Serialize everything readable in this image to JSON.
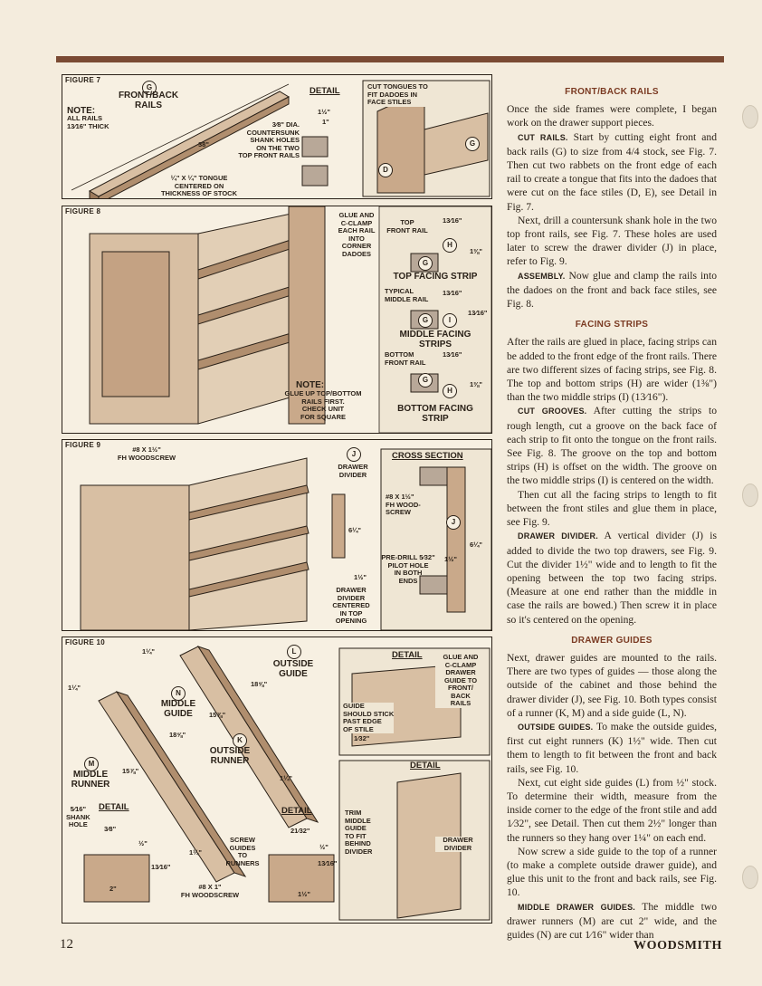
{
  "page": {
    "page_number": "12",
    "magazine": "WOODSMITH"
  },
  "figures": {
    "fig7": {
      "label": "FIGURE 7",
      "callout_g": "G",
      "callout_d": "D",
      "part": "FRONT/BACK\nRAILS",
      "note_title": "NOTE:",
      "note_body": "ALL RAILS\n13⁄16\" THICK",
      "detail": "DETAIL",
      "dim_top": "1½\"",
      "dim_one": "1\"",
      "dia": "3⁄8\" DIA.\nCOUNTERSUNK\nSHANK HOLES\nON THE TWO\nTOP FRONT RAILS",
      "length": "38\"",
      "tongue": "¼\" x ¼\" TONGUE\nCENTERED ON\nTHICKNESS OF STOCK",
      "cut_tongues": "CUT TONGUES TO\nFIT DADOES IN\nFACE STILES"
    },
    "fig8": {
      "label": "FIGURE 8",
      "glue": "GLUE AND\nC-CLAMP\nEACH RAIL\nINTO\nCORNER\nDADOES",
      "note_title": "NOTE:",
      "note_body": "GLUE UP TOP/BOTTOM\nRAILS FIRST.\nCHECK UNIT\nFOR SQUARE",
      "top_rail": "TOP\nFRONT RAIL",
      "top_dim": "13⁄16\"",
      "top_h": "1⅜\"",
      "top_strip": "TOP FACING STRIP",
      "mid_rail": "TYPICAL\nMIDDLE RAIL",
      "mid_dim": "13⁄16\"",
      "mid_h": "13⁄16\"",
      "mid_strip": "MIDDLE FACING\nSTRIPS",
      "bot_rail": "BOTTOM\nFRONT RAIL",
      "bot_dim": "13⁄16\"",
      "bot_h": "1⅜\"",
      "bot_strip": "BOTTOM FACING\nSTRIP",
      "callout_g": "G",
      "callout_h": "H",
      "callout_i": "I"
    },
    "fig9": {
      "label": "FIGURE 9",
      "screw": "#8 x 1½\"\nFh WOODSCREW",
      "callout_j": "J",
      "divider": "DRAWER\nDIVIDER",
      "height": "6¼\"",
      "width": "1½\"",
      "centered": "DRAWER\nDIVIDER\nCENTERED\nIN TOP\nOPENING",
      "cross": "CROSS SECTION",
      "cs_screw": "#8 x 1½\"\nFh WOOD-\nSCREW",
      "pre_drill": "PRE-DRILL 5⁄32\"\nPILOT HOLE\nIN BOTH\nENDS",
      "cs_h": "6¼\"",
      "cs_w": "1½\""
    },
    "fig10": {
      "label": "FIGURE 10",
      "callout_l": "L",
      "callout_n": "N",
      "callout_k": "K",
      "callout_m": "M",
      "outside_guide": "OUTSIDE\nGUIDE",
      "middle_guide": "MIDDLE\nGUIDE",
      "outside_runner": "OUTSIDE\nRUNNER",
      "middle_runner": "MIDDLE\nRUNNER",
      "d_1a": "1¼\"",
      "d_1b": "1¼\"",
      "d_1c": "1¼\"",
      "d_1d": "1¼\"",
      "d_185a": "18⅝\"",
      "d_185b": "18⅝\"",
      "d_157a": "15⅞\"",
      "d_157b": "15⅞\"",
      "detail_a": "DETAIL",
      "shank": "5⁄16\"\nSHANK\nHOLE",
      "d_38": "3⁄8\"",
      "d_half": "½\"",
      "d_13": "13⁄16\"",
      "d_2": "2\"",
      "screw_guides": "SCREW\nGUIDES\nTO\nRUNNERS",
      "screw": "#8 x 1\"\nFh WOODSCREW",
      "detail_b": "DETAIL",
      "d_2132": "21⁄32\"",
      "d_half_b": "½\"",
      "d_13b": "13⁄16\"",
      "d_15": "1½\"",
      "detail_c": "DETAIL",
      "glue_end": "GLUE AND\nC-CLAMP\nDRAWER\nGUIDE TO\nFRONT/\nBACK\nRAILS",
      "stick": "GUIDE\nSHOULD STICK\nPAST EDGE\nOF STILE",
      "stick_dim": "1⁄32\"",
      "detail_d": "DETAIL",
      "trim": "TRIM\nMIDDLE\nGUIDE\nTO FIT\nBEHIND\nDIVIDER",
      "drawer_div": "DRAWER\nDIVIDER"
    }
  },
  "article": {
    "h_rails": "FRONT/BACK RAILS",
    "p1": "Once the side frames were complete, I began work on the drawer support pieces.",
    "r_cut": "CUT RAILS.",
    "p2": " Start by cutting eight front and back rails (G) to size from 4/4 stock, see Fig. 7. Then cut two rabbets on the front edge of each rail to create a tongue that fits into the dadoes that were cut on the face stiles (D, E), see Detail in Fig. 7.",
    "p3": "Next, drill a countersunk shank hole in the two top front rails, see Fig. 7. These holes are used later to screw the drawer divider (J) in place, refer to Fig. 9.",
    "r_assembly": "ASSEMBLY.",
    "p4": " Now glue and clamp the rails into the dadoes on the front and back face stiles, see Fig. 8.",
    "h_facing": "FACING STRIPS",
    "p5": "After the rails are glued in place, facing strips can be added to the front edge of the front rails. There are two different sizes of facing strips, see Fig. 8. The top and bottom strips (H) are wider (1⅜\") than the two middle strips (I) (13⁄16\").",
    "r_grooves": "CUT GROOVES.",
    "p6": " After cutting the strips to rough length, cut a groove on the back face of each strip to fit onto the tongue on the front rails. See Fig. 8. The groove on the top and bottom strips (H) is offset on the width. The groove on the two middle strips (I) is centered on the width.",
    "p7": "Then cut all the facing strips to length to fit between the front stiles and glue them in place, see Fig. 9.",
    "r_divider": "DRAWER DIVIDER.",
    "p8": " A vertical divider (J) is added to divide the two top drawers, see Fig. 9. Cut the divider 1½\" wide and to length to fit the opening between the top two facing strips. (Measure at one end rather than the middle in case the rails are bowed.) Then screw it in place so it's centered on the opening.",
    "h_guides": "DRAWER GUIDES",
    "p9": "Next, drawer guides are mounted to the rails. There are two types of guides — those along the outside of the cabinet and those behind the drawer divider (J), see Fig. 10. Both types consist of a runner (K, M) and a side guide (L, N).",
    "r_outside": "OUTSIDE GUIDES.",
    "p10": " To make the outside guides, first cut eight runners (K) 1½\" wide. Then cut them to length to fit between the front and back rails, see Fig. 10.",
    "p11": "Next, cut eight side guides (L) from ½\" stock. To determine their width, measure from the inside corner to the edge of the front stile and add 1⁄32\", see Detail. Then cut them 2½\" longer than the runners so they hang over 1¼\" on each end.",
    "p12": "Now screw a side guide to the top of a runner (to make a complete outside drawer guide), and glue this unit to the front and back rails, see Fig. 10.",
    "r_middle": "MIDDLE DRAWER GUIDES.",
    "p13": " The middle two drawer runners (M) are cut 2\" wide, and the guides (N) are cut 1⁄16\" wider than"
  },
  "colors": {
    "accent": "#7a3a22",
    "bar": "#7a4a33",
    "paper": "#f4ecdd",
    "wood": "#c9a98a"
  }
}
